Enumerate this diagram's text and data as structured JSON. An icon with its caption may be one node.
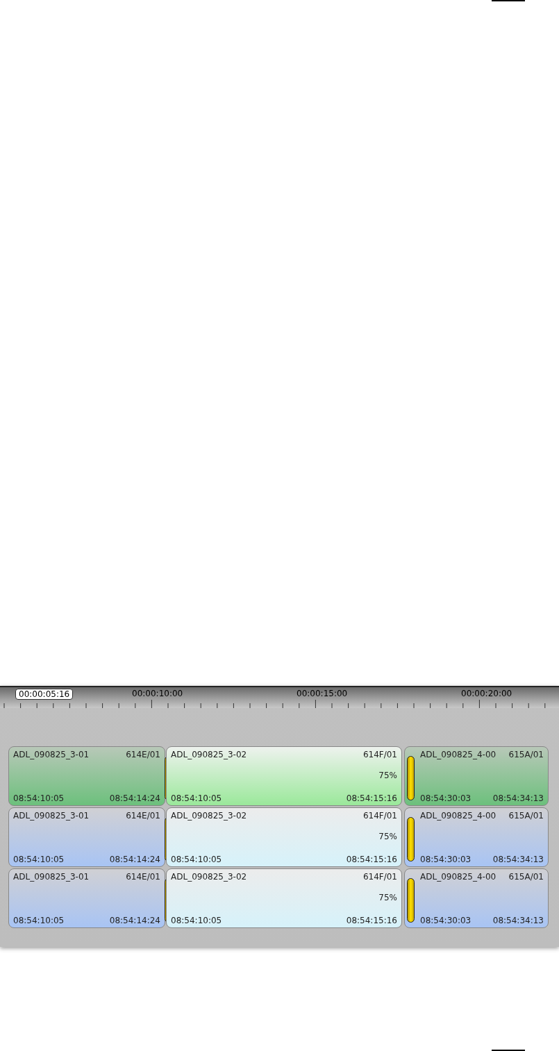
{
  "diagram": {
    "nodes": [
      {
        "text": [
          "ADL_090825_3-01",
          "614E/01",
          "08:54:10:05",
          "08:54:14:24"
        ]
      },
      {
        "text": [
          "ADL_090825_3-02",
          "614F/01",
          "75%",
          "08:54:10:05",
          "08:54:15:16"
        ]
      },
      {
        "text": [
          "ADL_090825_4-00",
          "615A/01",
          "08:54:30:03",
          "08:54:34:13"
        ]
      },
      {
        "text": [
          "ADL_090825_3-01",
          "614E/01",
          "08:54:10:05",
          "08:54:14:24"
        ]
      },
      {
        "text": [
          "ADL_090825_3-02",
          "614F/01",
          "75%",
          "08:54:10:05",
          "08:54:15:16"
        ]
      },
      {
        "text": [
          "ADL_090825_4-00",
          "615A/01",
          "08:54:30:03",
          "08:54:34:13"
        ]
      },
      {
        "text": [
          "ADL_090825_3-01",
          "614E/01",
          "08:54:10:05",
          "08:54:14:24"
        ]
      },
      {
        "text": [
          "ADL_090825_3-02",
          "614F/01",
          "75%",
          "08:54:10:05",
          "08:54:15:16"
        ]
      },
      {
        "text": [
          "ADL_090825_4-00",
          "615A/01",
          "08:54:30:03",
          "08:54:34:13"
        ]
      }
    ],
    "edges": [],
    "labels": [
      "00:00:05:16",
      "00:00:10:00",
      "00:00:15:00",
      "00:00:20:00"
    ]
  }
}
